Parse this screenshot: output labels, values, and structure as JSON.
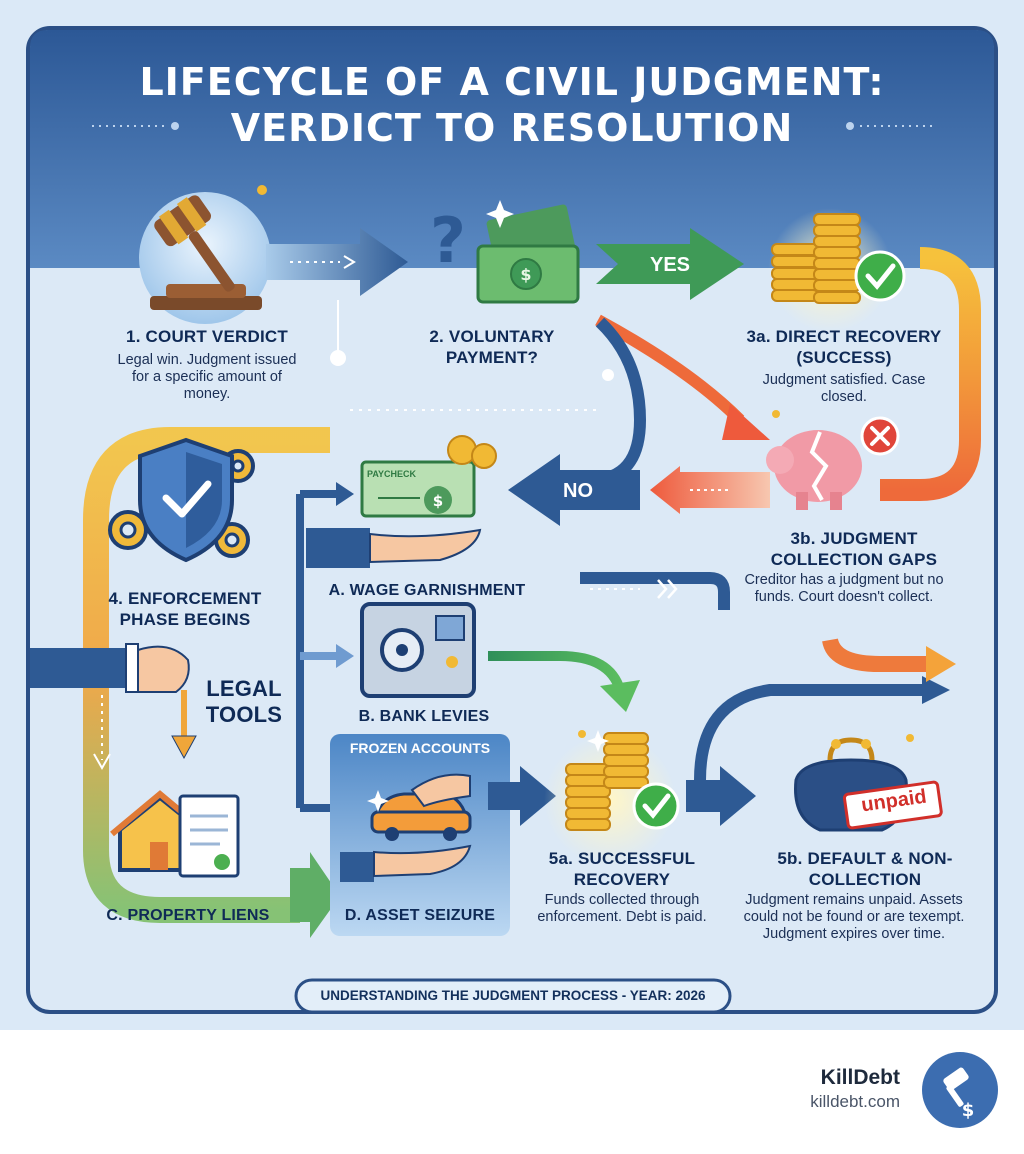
{
  "title": {
    "line1": "LIFECYCLE OF A CIVIL JUDGMENT:",
    "line2": "VERDICT TO RESOLUTION"
  },
  "steps": {
    "court_verdict": {
      "label": "1. COURT VERDICT",
      "desc": "Legal win. Judgment issued for a specific amount of money."
    },
    "voluntary_payment": {
      "label": "2. VOLUNTARY PAYMENT?"
    },
    "direct_recovery": {
      "label": "3a. DIRECT RECOVERY (SUCCESS)",
      "desc": "Judgment satisfied. Case closed."
    },
    "collection_gaps": {
      "label": "3b. JUDGMENT COLLECTION GAPS",
      "desc": "Creditor has a judgment but no funds. Court doesn't collect."
    },
    "enforcement": {
      "label": "4. ENFORCEMENT PHASE BEGINS"
    },
    "legal_tools": {
      "label": "LEGAL TOOLS"
    },
    "wage_garnishment": {
      "label": "A. WAGE GARNISHMENT"
    },
    "bank_levies": {
      "label": "B. BANK LEVIES"
    },
    "property_liens": {
      "label": "C. PROPERTY LIENS"
    },
    "asset_seizure": {
      "label": "D. ASSET SEIZURE"
    },
    "successful_recovery": {
      "label": "5a. SUCCESSFUL RECOVERY",
      "desc": "Funds collected through enforcement. Debt is paid."
    },
    "default": {
      "label": "5b. DEFAULT & NON-COLLECTION",
      "desc": "Judgment remains unpaid. Assets could not be found or are texempt. Judgment expires over time."
    }
  },
  "branches": {
    "yes": "YES",
    "no": "NO"
  },
  "frozen_accounts": "FROZEN ACCOUNTS",
  "paycheck_label": "PAYCHECK",
  "unpaid_stamp": "unpaid",
  "footer": "UNDERSTANDING THE JUDGMENT PROCESS - YEAR: 2026",
  "brand": {
    "name": "KillDebt",
    "url": "killdebt.com"
  },
  "icons": [
    "gavel-icon",
    "question-mark-icon",
    "cash-icon",
    "coin-stack-icon",
    "check-icon",
    "broken-piggy-bank-icon",
    "x-icon",
    "shield-check-icon",
    "gear-icon",
    "paycheck-icon",
    "hand-icon",
    "safe-icon",
    "house-icon",
    "document-icon",
    "car-icon",
    "wallet-icon",
    "logo-icon"
  ],
  "colors": {
    "title_band": "#2f5d9c",
    "panel": "#d9e9f7",
    "yes_arrow": "#3f9a57",
    "no_arrow": "#2e5a94",
    "navy_text": "#0f2a56",
    "gold": "#e9b233",
    "success_green": "#3fae49",
    "fail_red": "#e0453a"
  }
}
